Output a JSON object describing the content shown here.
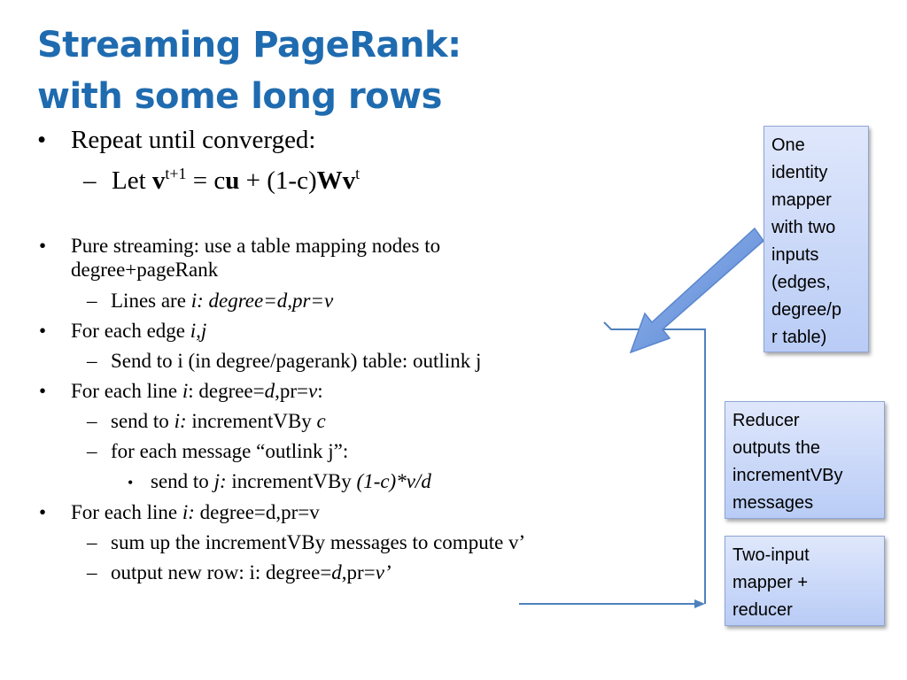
{
  "title": {
    "line1": "Streaming PageRank:",
    "line2": "with some long rows"
  },
  "bullets": {
    "repeat": "Repeat until converged:",
    "let_prefix": "Let ",
    "let_v": "v",
    "let_sup1": "t+1",
    "let_eq": " = c",
    "let_u": "u",
    "let_plus": " + (1-c)",
    "let_Wv": "Wv",
    "let_sup2": "t",
    "pure": "Pure streaming: use a table mapping nodes to",
    "pure_cont": "degree+pageRank",
    "lines_are": "Lines are ",
    "lines_are_it": "i: degree=d,pr=v",
    "for_edge": "For each edge ",
    "for_edge_it": "i,j",
    "send_to_i_table": "Send to i (in degree/pagerank) table: outlink j",
    "for_line1_a": "For each line ",
    "for_line1_i": "i",
    "for_line1_b": ": degree=",
    "for_line1_d": "d",
    "for_line1_c": ",pr=",
    "for_line1_v": "v",
    "for_line1_e": ":",
    "send_i_a": "send to ",
    "send_i_it": "i:",
    "send_i_b": " incrementVBy ",
    "send_i_c": "c",
    "for_msg": "for each message “outlink j”:",
    "send_j_a": "send to ",
    "send_j_it": "j:",
    "send_j_b": " incrementVBy ",
    "send_j_c": "(1-c)*v/d",
    "for_line2_a": "For each line ",
    "for_line2_i": "i:",
    "for_line2_b": " degree=d,pr=v",
    "sum_up": "sum up the incrementVBy messages to compute v’",
    "output_a": "output new row: i: degree=",
    "output_d": "d",
    "output_b": ",pr=",
    "output_v": "v’"
  },
  "callouts": {
    "identity": [
      "One",
      "identity",
      "mapper",
      "with two",
      "inputs",
      "(edges,",
      "degree/p",
      "r table)"
    ],
    "reducer": [
      "Reducer",
      "outputs the",
      "incrementVBy",
      "messages"
    ],
    "two_input": [
      "Two-input",
      "mapper +",
      "reducer"
    ]
  },
  "colors": {
    "title": "#1f6bb0",
    "callout_fill": "#c8d7f8",
    "bracket_line": "#4f81bd",
    "arrow_fill": "#6f9fe0"
  }
}
